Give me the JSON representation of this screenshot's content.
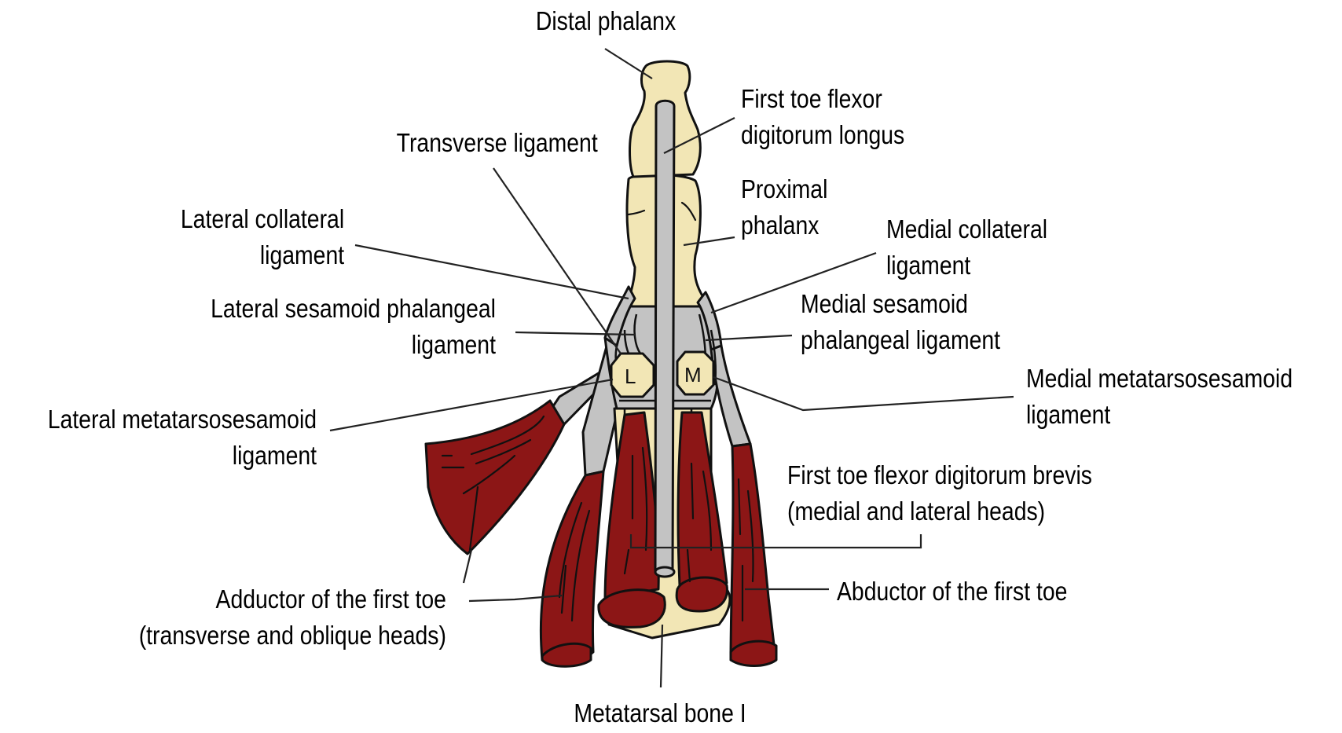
{
  "diagram": {
    "subject": "First metatarsophalangeal joint anatomy (plantar view)",
    "colors": {
      "bone": "#f2e6b5",
      "tendon_ligament": "#c3c3c3",
      "muscle": "#8c1616",
      "outline": "#111111"
    },
    "sesamoids": {
      "lateral_letter": "L",
      "medial_letter": "M"
    },
    "labels": {
      "distal_phalanx": [
        "Distal phalanx"
      ],
      "fhl": [
        "First toe flexor",
        "digitorum longus"
      ],
      "transverse_ligament": [
        "Transverse ligament"
      ],
      "proximal_phalanx": [
        "Proximal",
        "phalanx"
      ],
      "lateral_collateral": [
        "Lateral collateral",
        "ligament"
      ],
      "medial_collateral": [
        "Medial collateral",
        "ligament"
      ],
      "lateral_sesamoid_phalangeal": [
        "Lateral sesamoid phalangeal",
        "ligament"
      ],
      "medial_sesamoid_phalangeal": [
        "Medial sesamoid",
        "phalangeal ligament"
      ],
      "medial_metatarsosesamoid": [
        "Medial metatarsosesamoid",
        "ligament"
      ],
      "lateral_metatarsosesamoid": [
        "Lateral metatarsosesamoid",
        "ligament"
      ],
      "fhb": [
        "First toe flexor digitorum brevis",
        "(medial and lateral heads)"
      ],
      "adductor": [
        "Adductor of the first toe",
        "(transverse and oblique heads)"
      ],
      "abductor": [
        "Abductor of the first toe"
      ],
      "metatarsal": [
        "Metatarsal bone I"
      ]
    }
  }
}
